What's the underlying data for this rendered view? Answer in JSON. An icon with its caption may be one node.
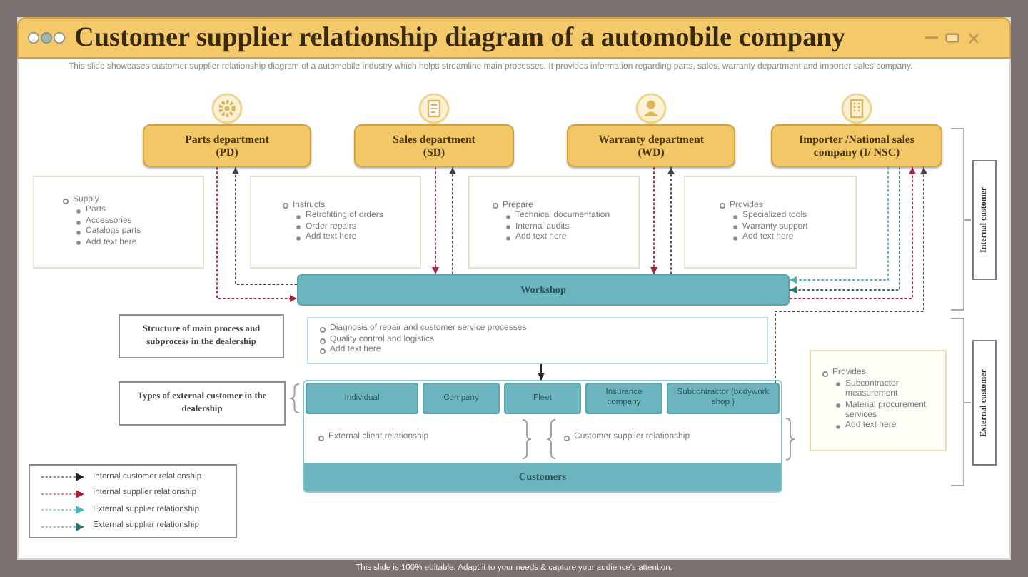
{
  "diagram": {
    "title": "Customer supplier relationship diagram of a automobile company",
    "caption": "This slide is 100% editable. Adapt it to your needs & capture your audience's attention.",
    "nodes": [
      {
        "text": [
          "Parts department (PD)"
        ]
      },
      {
        "text": [
          "Sales department (SD)"
        ]
      },
      {
        "text": [
          "Warranty department (WD)"
        ]
      },
      {
        "text": [
          "Importer /National sales company (I/ NSC)"
        ]
      },
      {
        "text": [
          "Supply",
          "Parts",
          "Accessories",
          "Catalogs parts",
          "Add text here"
        ]
      },
      {
        "text": [
          "Instructs",
          "Retrofitting of orders",
          "Order repairs",
          "Add text here"
        ]
      },
      {
        "text": [
          "Prepare",
          "Technical documentation",
          "Internal audits",
          "Add text here"
        ]
      },
      {
        "text": [
          "Provides",
          "Specialized tools",
          "Warranty support",
          "Add text here"
        ]
      },
      {
        "text": [
          "Workshop"
        ]
      },
      {
        "text": [
          "Structure of main process and subprocess in the dealership"
        ]
      },
      {
        "text": [
          "Diagnosis of repair and customer service processes",
          "Quality control and logistics",
          "Add text here"
        ]
      },
      {
        "text": [
          "Types of external customer in the dealership"
        ]
      },
      {
        "text": [
          "Customers"
        ]
      },
      {
        "text": [
          "Individual"
        ],
        "in": 12
      },
      {
        "text": [
          "Company"
        ],
        "in": 12
      },
      {
        "text": [
          "Fleet"
        ],
        "in": 12
      },
      {
        "text": [
          "Insurance company"
        ],
        "in": 12
      },
      {
        "text": [
          "Subcontractor (bodywork shop )"
        ],
        "in": 12
      },
      {
        "text": [
          "Provides",
          "Subcontractor measurement",
          "Material procurement services",
          "Add text here"
        ]
      },
      {
        "text": [
          "Internal customer"
        ]
      },
      {
        "text": [
          "External customer"
        ]
      }
    ],
    "edges": [
      {
        "from": 0,
        "to": 8,
        "arrow": "to",
        "style": "dashed",
        "color": "#a3263a"
      },
      {
        "from": 8,
        "to": 0,
        "arrow": "to",
        "style": "dashed",
        "color": "#444444"
      },
      {
        "from": 1,
        "to": 8,
        "arrow": "to",
        "style": "dashed",
        "color": "#a3263a"
      },
      {
        "from": 8,
        "to": 1,
        "arrow": "to",
        "style": "dashed",
        "color": "#444444"
      },
      {
        "from": 2,
        "to": 8,
        "arrow": "to",
        "style": "dashed",
        "color": "#a3263a"
      },
      {
        "from": 8,
        "to": 2,
        "arrow": "to",
        "style": "dashed",
        "color": "#444444"
      },
      {
        "from": 3,
        "to": 8,
        "arrow": "to",
        "style": "dashed",
        "color": "#4bb3bd"
      },
      {
        "from": 3,
        "to": 8,
        "arrow": "to",
        "style": "dashed",
        "color": "#2a7570"
      },
      {
        "from": 8,
        "to": 3,
        "arrow": "to",
        "style": "dashed",
        "color": "#a3263a"
      },
      {
        "from": 17,
        "to": 3,
        "arrow": "to",
        "style": "dashed",
        "color": "#444444"
      },
      {
        "from": 10,
        "to": 12,
        "arrow": "to",
        "color": "#222222"
      }
    ],
    "labels": [
      "This slide showcases customer supplier relationship diagram of a automobile industry which helps streamline main processes. It provides information regarding parts, sales, warranty department and importer sales company.",
      "External client relationship",
      "Customer supplier relationship"
    ],
    "legend": [
      {
        "text": "Internal customer relationship"
      },
      {
        "text": "Internal supplier relationship"
      },
      {
        "text": "External supplier relationship"
      },
      {
        "text": "External supplier relationship"
      }
    ]
  }
}
